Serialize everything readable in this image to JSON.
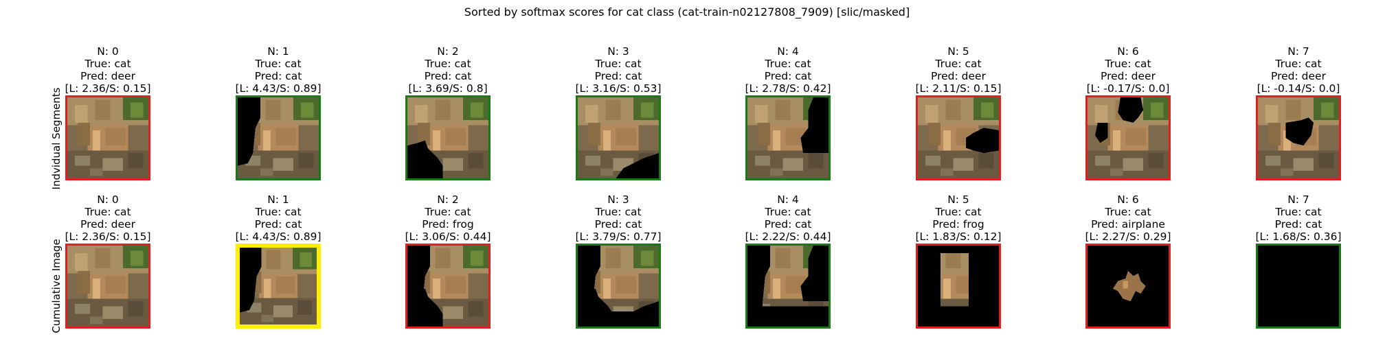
{
  "figure": {
    "title": "Sorted by softmax scores for cat class (cat-train-n02127808_7909) [slic/masked]",
    "colors": {
      "correct": "#1a7a1a",
      "wrong": "#e02020",
      "best": "#ffee00",
      "mask": "#000000"
    }
  },
  "rows": [
    {
      "label": "Indvidual Segments",
      "panels": [
        {
          "n": "N: 0",
          "true": "True: cat",
          "pred": "Pred: deer",
          "score": "[L: 2.36/S: 0.15]",
          "border": "wrong",
          "mask": "none"
        },
        {
          "n": "N: 1",
          "true": "True: cat",
          "pred": "Pred: cat",
          "score": "[L: 4.43/S: 0.89]",
          "border": "correct",
          "mask": "left"
        },
        {
          "n": "N: 2",
          "true": "True: cat",
          "pred": "Pred: cat",
          "score": "[L: 3.69/S: 0.8]",
          "border": "correct",
          "mask": "bottomleft"
        },
        {
          "n": "N: 3",
          "true": "True: cat",
          "pred": "Pred: cat",
          "score": "[L: 3.16/S: 0.53]",
          "border": "correct",
          "mask": "bottomright"
        },
        {
          "n": "N: 4",
          "true": "True: cat",
          "pred": "Pred: cat",
          "score": "[L: 2.78/S: 0.42]",
          "border": "correct",
          "mask": "right"
        },
        {
          "n": "N: 5",
          "true": "True: cat",
          "pred": "Pred: deer",
          "score": "[L: 2.11/S: 0.15]",
          "border": "wrong",
          "mask": "midright"
        },
        {
          "n": "N: 6",
          "true": "True: cat",
          "pred": "Pred: deer",
          "score": "[L: -0.17/S: 0.0]",
          "border": "wrong",
          "mask": "topcenter"
        },
        {
          "n": "N: 7",
          "true": "True: cat",
          "pred": "Pred: deer",
          "score": "[L: -0.14/S: 0.0]",
          "border": "wrong",
          "mask": "center"
        }
      ]
    },
    {
      "label": "Cumulative Image",
      "panels": [
        {
          "n": "N: 0",
          "true": "True: cat",
          "pred": "Pred: deer",
          "score": "[L: 2.36/S: 0.15]",
          "border": "wrong",
          "mask": "none"
        },
        {
          "n": "N: 1",
          "true": "True: cat",
          "pred": "Pred: cat",
          "score": "[L: 4.43/S: 0.89]",
          "border": "best",
          "mask": "left"
        },
        {
          "n": "N: 2",
          "true": "True: cat",
          "pred": "Pred: frog",
          "score": "[L: 3.06/S: 0.44]",
          "border": "wrong",
          "mask": "cum2"
        },
        {
          "n": "N: 3",
          "true": "True: cat",
          "pred": "Pred: cat",
          "score": "[L: 3.79/S: 0.77]",
          "border": "correct",
          "mask": "cum3"
        },
        {
          "n": "N: 4",
          "true": "True: cat",
          "pred": "Pred: cat",
          "score": "[L: 2.22/S: 0.44]",
          "border": "correct",
          "mask": "cum4"
        },
        {
          "n": "N: 5",
          "true": "True: cat",
          "pred": "Pred: frog",
          "score": "[L: 1.83/S: 0.12]",
          "border": "wrong",
          "mask": "cum5"
        },
        {
          "n": "N: 6",
          "true": "True: cat",
          "pred": "Pred: airplane",
          "score": "[L: 2.27/S: 0.29]",
          "border": "wrong",
          "mask": "cum6"
        },
        {
          "n": "N: 7",
          "true": "True: cat",
          "pred": "Pred: cat",
          "score": "[L: 1.68/S: 0.36]",
          "border": "correct",
          "mask": "all"
        }
      ]
    }
  ]
}
